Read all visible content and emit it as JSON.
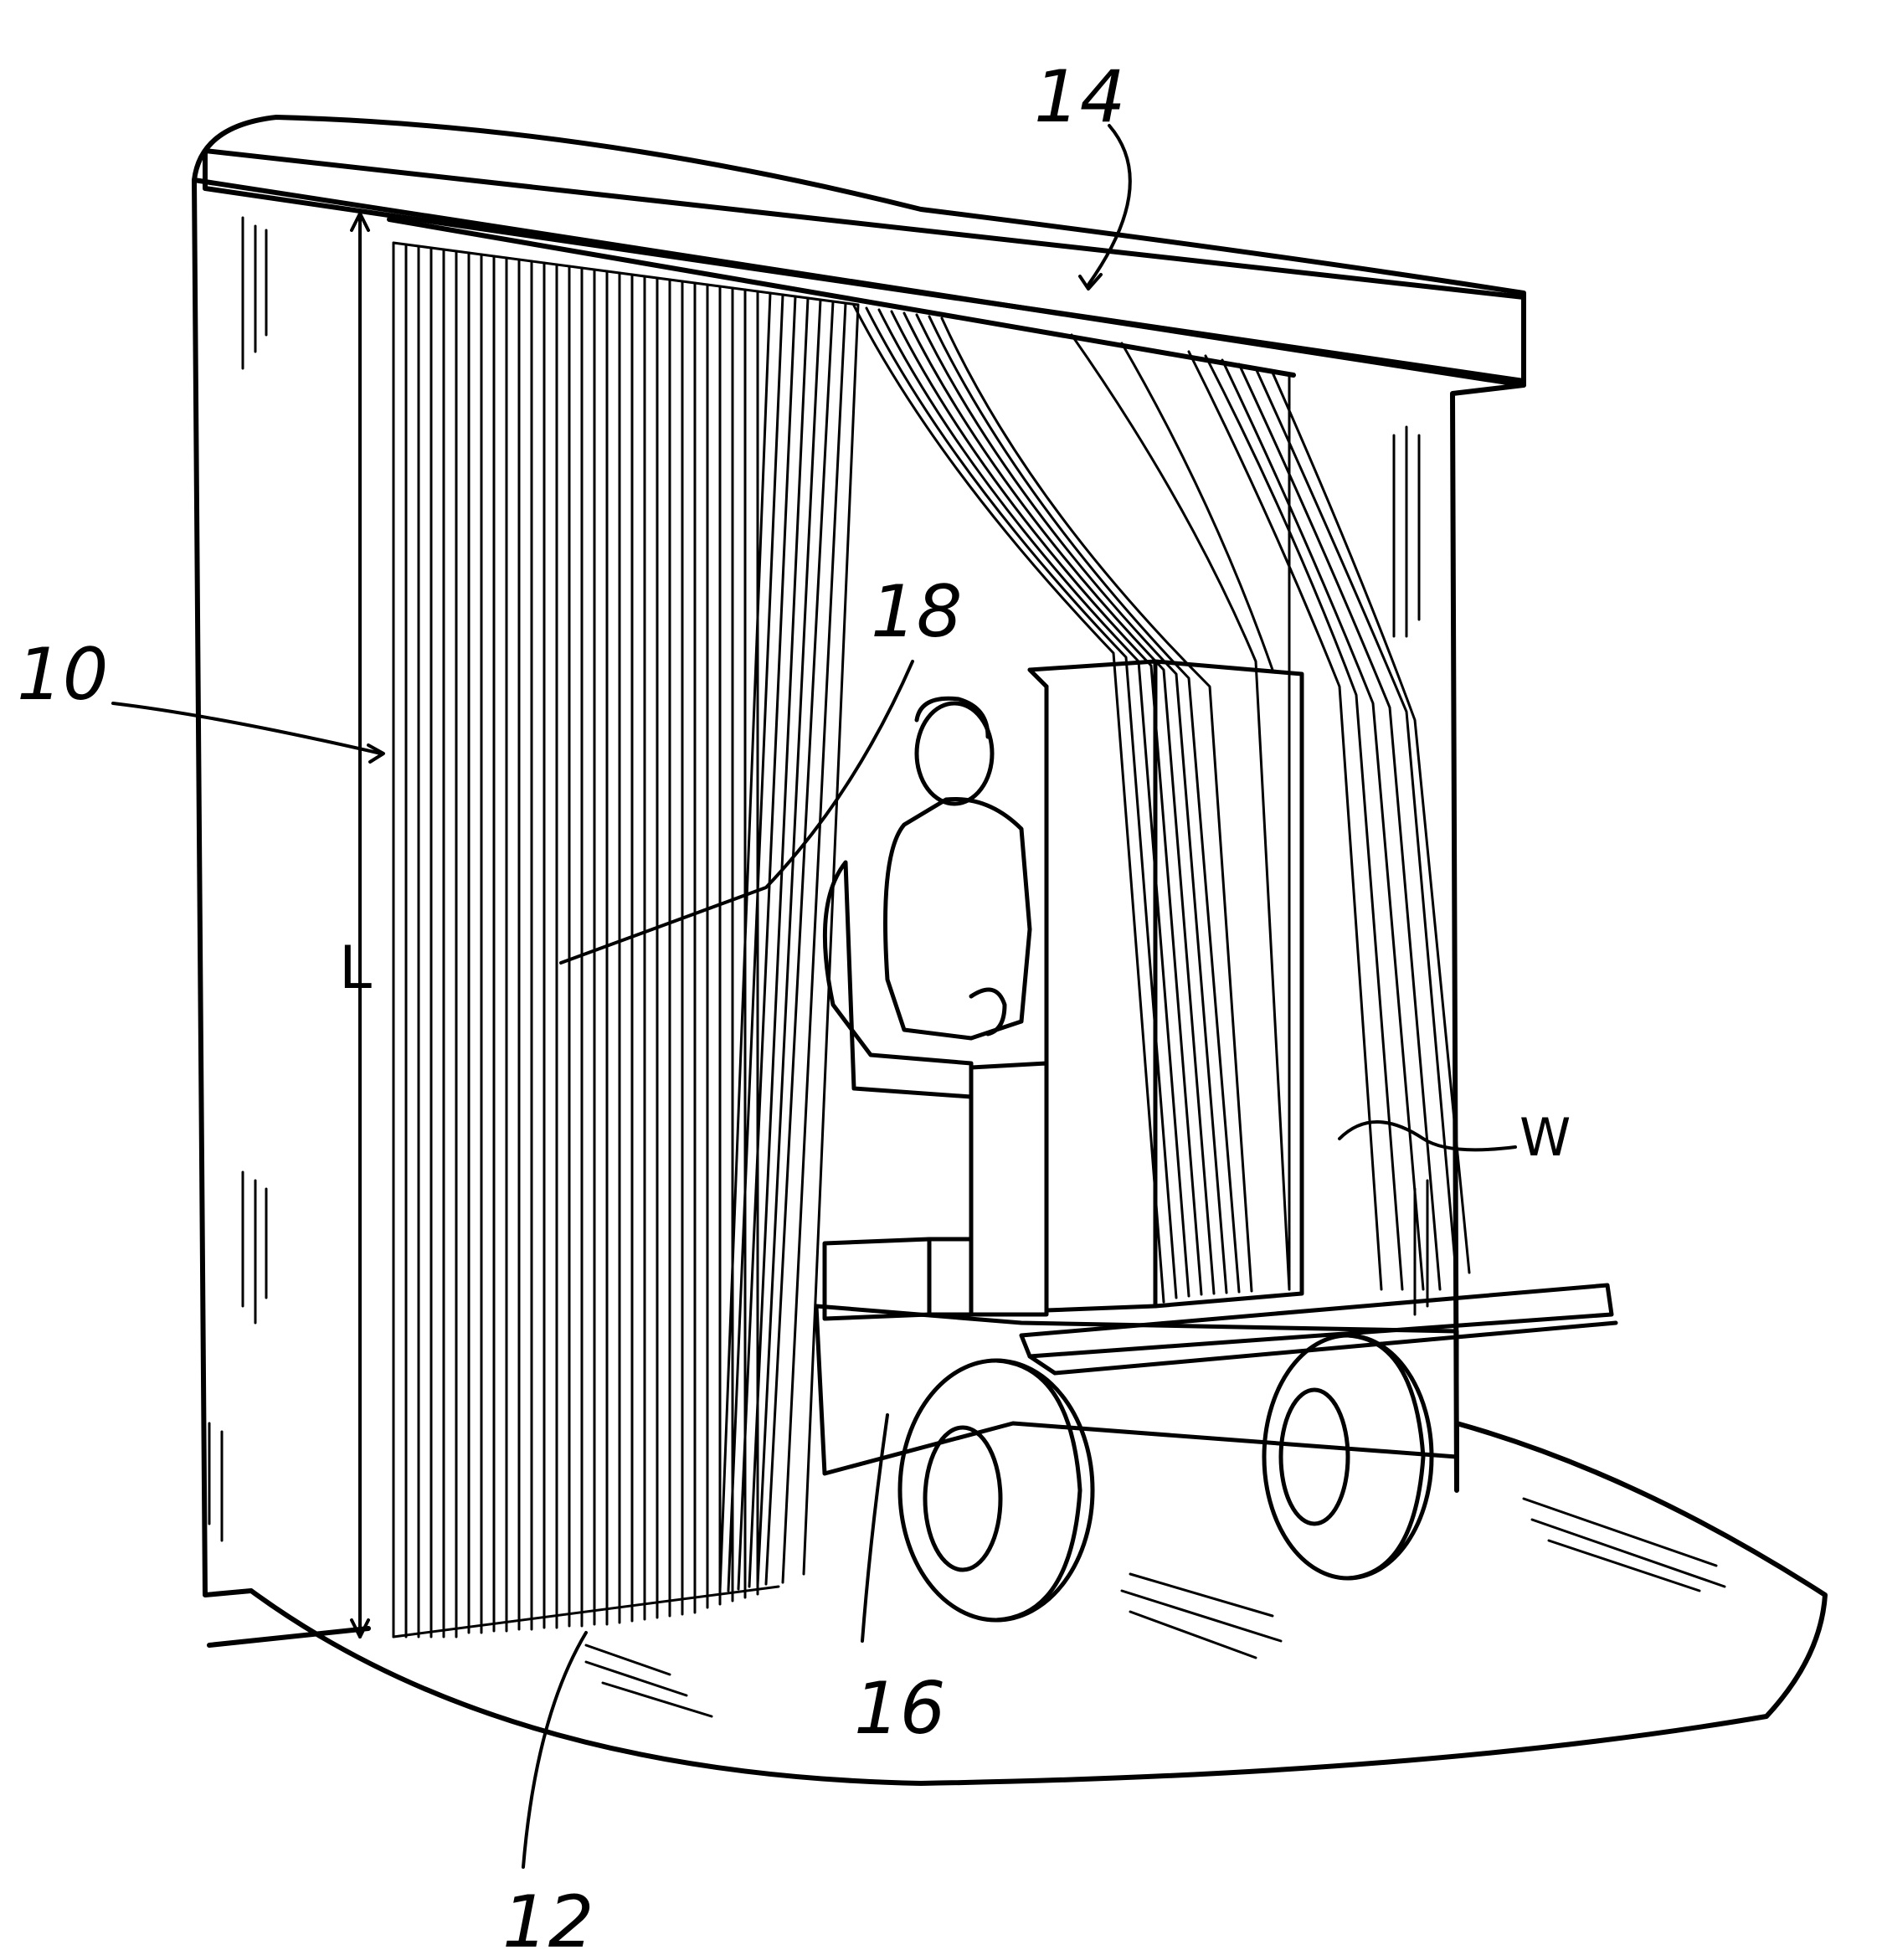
{
  "figure": {
    "labels": {
      "door_opening": "10",
      "strip_curtain": "12",
      "header": "14",
      "forklift": "16",
      "operator": "18",
      "strip_length": "L",
      "strip_width": "W"
    }
  },
  "colors": {
    "ink": "#000000",
    "paper": "#ffffff"
  }
}
